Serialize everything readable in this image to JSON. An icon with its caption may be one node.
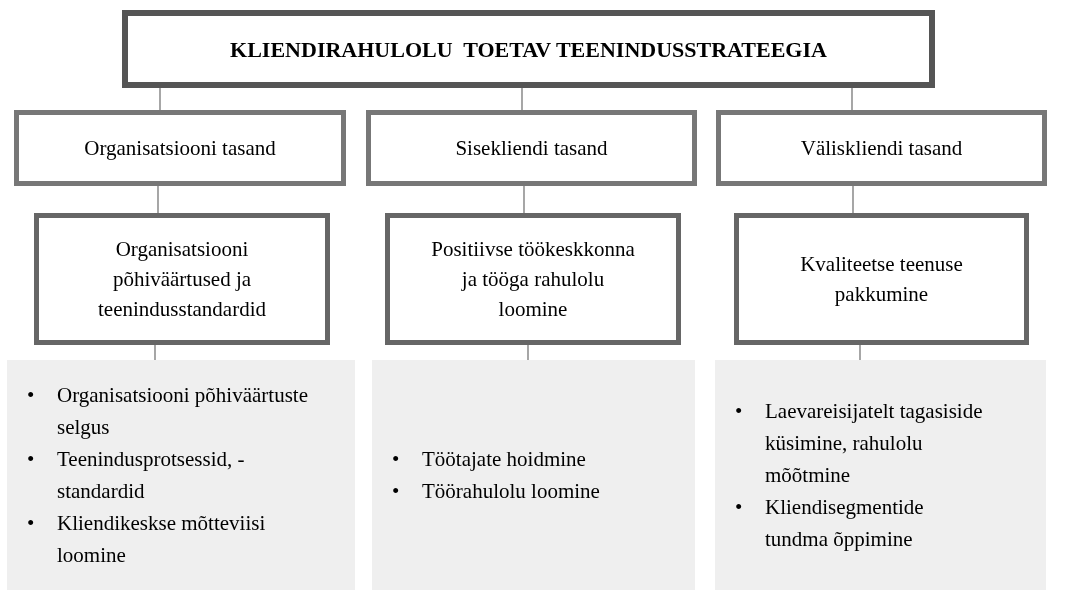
{
  "diagram": {
    "nodes": [
      {
        "text": [
          "KLIENDIRAHULOLU  TOETAV TEENINDUSSTRATEEGIA"
        ]
      },
      {
        "text": [
          "Organisatsiooni tasand"
        ]
      },
      {
        "text": [
          "Sisekliendi tasand"
        ]
      },
      {
        "text": [
          "Väliskliendi tasand"
        ]
      },
      {
        "text": [
          "Organisatsiooni põhiväärtused ja teenindusstandardid"
        ]
      },
      {
        "text": [
          "Positiivse töökeskkonna ja tööga rahulolu loomine"
        ]
      },
      {
        "text": [
          "Kvaliteetse teenuse pakkumine"
        ]
      },
      {
        "text": [
          "Organisatsiooni põhiväärtuste selgus",
          "Teenindusprotsessid, -standardid",
          "Kliendikeskse mõtteviisi loomine"
        ]
      },
      {
        "text": [
          "Töötajate hoidmine",
          "Töörahulolu loomine"
        ]
      },
      {
        "text": [
          "Laevareisijatelt tagasiside küsimine, rahulolu mõõtmine",
          "Kliendisegmentide tundma õppimine"
        ]
      }
    ],
    "edges": [
      {
        "from": 0,
        "to": 1,
        "arrow": "none"
      },
      {
        "from": 0,
        "to": 2,
        "arrow": "none"
      },
      {
        "from": 0,
        "to": 3,
        "arrow": "none"
      },
      {
        "from": 1,
        "to": 4,
        "arrow": "none"
      },
      {
        "from": 2,
        "to": 5,
        "arrow": "none"
      },
      {
        "from": 3,
        "to": 6,
        "arrow": "none"
      },
      {
        "from": 4,
        "to": 7,
        "arrow": "none"
      },
      {
        "from": 5,
        "to": 8,
        "arrow": "none"
      },
      {
        "from": 6,
        "to": 9,
        "arrow": "none"
      }
    ],
    "labels": [
      "•",
      "•",
      "•",
      "•",
      "•",
      "•",
      "•"
    ]
  }
}
